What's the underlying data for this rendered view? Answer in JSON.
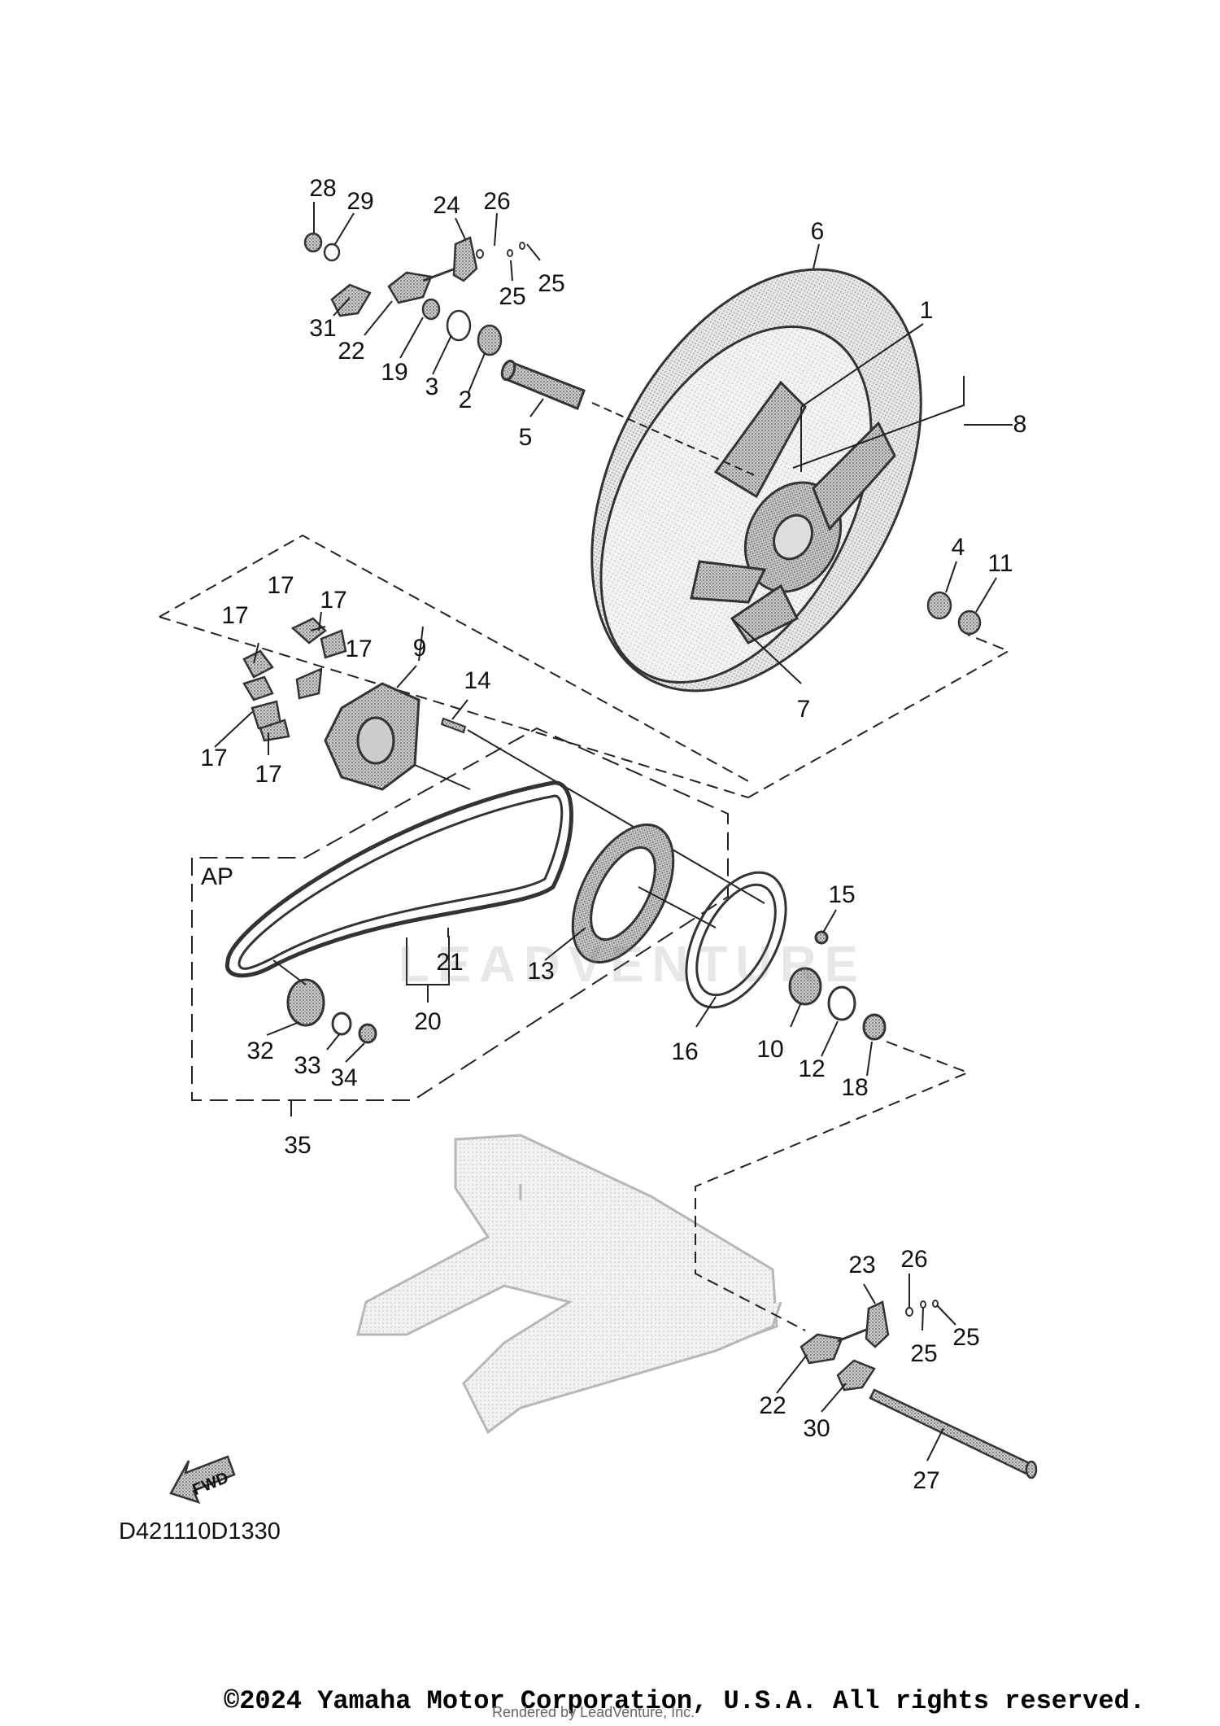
{
  "diagram": {
    "part_numbers": [
      "1",
      "2",
      "3",
      "4",
      "5",
      "6",
      "7",
      "8",
      "9",
      "10",
      "11",
      "12",
      "13",
      "14",
      "15",
      "16",
      "17",
      "17",
      "17",
      "17",
      "17",
      "17",
      "18",
      "19",
      "20",
      "21",
      "22",
      "22",
      "23",
      "24",
      "25",
      "25",
      "25",
      "25",
      "26",
      "26",
      "27",
      "28",
      "29",
      "30",
      "31",
      "32",
      "33",
      "34",
      "35"
    ],
    "group_label": "AP",
    "fwd_label": "FWD",
    "drawing_code": "D421110D1330",
    "watermark": "LEADVENTURE",
    "copyright": "©2024 Yamaha Motor Corporation, U.S.A. All rights reserved.",
    "rendered_by": "Rendered by LeadVenture, Inc."
  }
}
